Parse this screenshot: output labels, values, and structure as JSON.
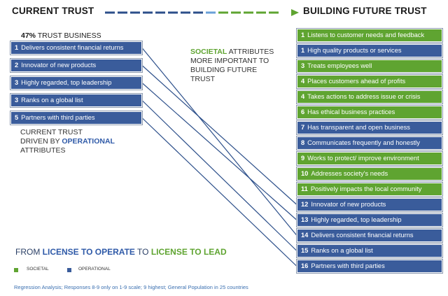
{
  "header": {
    "left_title": "CURRENT  TRUST",
    "right_title": "BUILDING FUTURE TRUST"
  },
  "colors": {
    "operational": "#3a5c9b",
    "societal": "#5fa431",
    "arrow_dark": "#2c4f8a",
    "arrow_light": "#6aa0d8"
  },
  "current": {
    "percent": "47%",
    "percent_label": "TRUST BUSINESS",
    "items": [
      {
        "num": "1",
        "label": "Delivers consistent financial returns",
        "type": "operational"
      },
      {
        "num": "2",
        "label": "Innovator of new products",
        "type": "operational"
      },
      {
        "num": "3",
        "label": "Highly regarded, top leadership",
        "type": "operational"
      },
      {
        "num": "3",
        "label": "Ranks on a global list",
        "type": "operational"
      },
      {
        "num": "5",
        "label": "Partners with third parties",
        "type": "operational"
      }
    ],
    "caption_line1": "CURRENT TRUST",
    "caption_line2_pre": "DRIVEN BY ",
    "caption_line2_em": "OPERATIONAL",
    "caption_line3": "ATTRIBUTES"
  },
  "societal_note": {
    "em": "SOCIETAL",
    "rest1": " ATTRIBUTES",
    "line2": "MORE IMPORTANT TO",
    "line3": "BUILDING FUTURE",
    "line4": "TRUST"
  },
  "future": {
    "items": [
      {
        "num": "1",
        "label": "Listens to customer needs and feedback",
        "type": "societal"
      },
      {
        "num": "1",
        "label": "High quality products or services",
        "type": "operational"
      },
      {
        "num": "3",
        "label": "Treats employees well",
        "type": "societal"
      },
      {
        "num": "4",
        "label": "Places customers ahead of profits",
        "type": "societal"
      },
      {
        "num": "4",
        "label": "Takes actions to address issue or crisis",
        "type": "societal"
      },
      {
        "num": "6",
        "label": "Has ethical business practices",
        "type": "societal"
      },
      {
        "num": "7",
        "label": "Has transparent and open business",
        "type": "operational"
      },
      {
        "num": "8",
        "label": "Communicates frequently and honestly",
        "type": "operational"
      },
      {
        "num": "9",
        "label": "Works to protect/ improve environment",
        "type": "societal"
      },
      {
        "num": "10",
        "label": "Addresses society's needs",
        "type": "societal"
      },
      {
        "num": "11",
        "label": "Positively impacts the local community",
        "type": "societal"
      },
      {
        "num": "12",
        "label": "Innovator of new products",
        "type": "operational"
      },
      {
        "num": "13",
        "label": "Highly regarded, top leadership",
        "type": "operational"
      },
      {
        "num": "14",
        "label": "Delivers consistent financial returns",
        "type": "operational"
      },
      {
        "num": "15",
        "label": "Ranks on a global list",
        "type": "operational"
      },
      {
        "num": "16",
        "label": "Partners with third parties",
        "type": "operational"
      }
    ]
  },
  "connections": [
    {
      "from": 0,
      "to": 13
    },
    {
      "from": 1,
      "to": 11
    },
    {
      "from": 2,
      "to": 12
    },
    {
      "from": 3,
      "to": 14
    },
    {
      "from": 4,
      "to": 15
    }
  ],
  "license": {
    "pre": "FROM ",
    "em1": "LICENSE TO OPERATE",
    "mid": " TO ",
    "em2": "LICENSE TO LEAD"
  },
  "legend": {
    "societal": "SOCIETAL",
    "operational": "OPERATIONAL"
  },
  "footnote": "Regression Analysis; Responses 8-9 only on 1-9 scale; 9 highest; General Population in 25 countries"
}
